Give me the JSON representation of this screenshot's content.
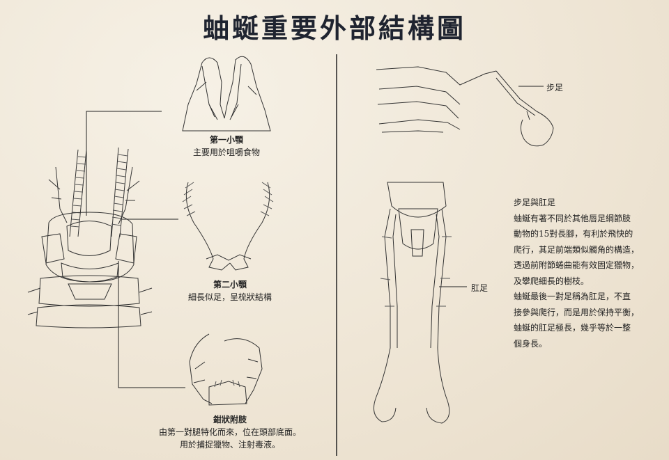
{
  "title": "蚰蜒重要外部結構圖",
  "first_maxilla": {
    "name": "第一小顎",
    "desc": "主要用於咀嚼食物"
  },
  "second_maxilla": {
    "name": "第二小顎",
    "desc": "細長似足，呈梳狀結構"
  },
  "forcipule": {
    "name": "鉗狀附肢",
    "desc1": "由第一對腿特化而來，位在頭部底面。",
    "desc2": "用於捕捉獵物、注射毒液。"
  },
  "walking_leg_label": "步足",
  "anal_leg_label": "肛足",
  "description": {
    "heading": "步足與肛足",
    "lines": [
      "蚰蜒有著不同於其他唇足綱節肢",
      "動物的15對長腳，有利於飛快的",
      "爬行，其足前端類似觸角的構造，",
      "透過前附節蜷曲能有效固定獵物，",
      "及攀爬細長的樹枝。",
      "蚰蜒最後一對足稱為肛足，不直",
      "接參與爬行，而是用於保持平衡，",
      "蚰蜒的肛足極長，幾乎等於一整",
      "個身長。"
    ]
  }
}
